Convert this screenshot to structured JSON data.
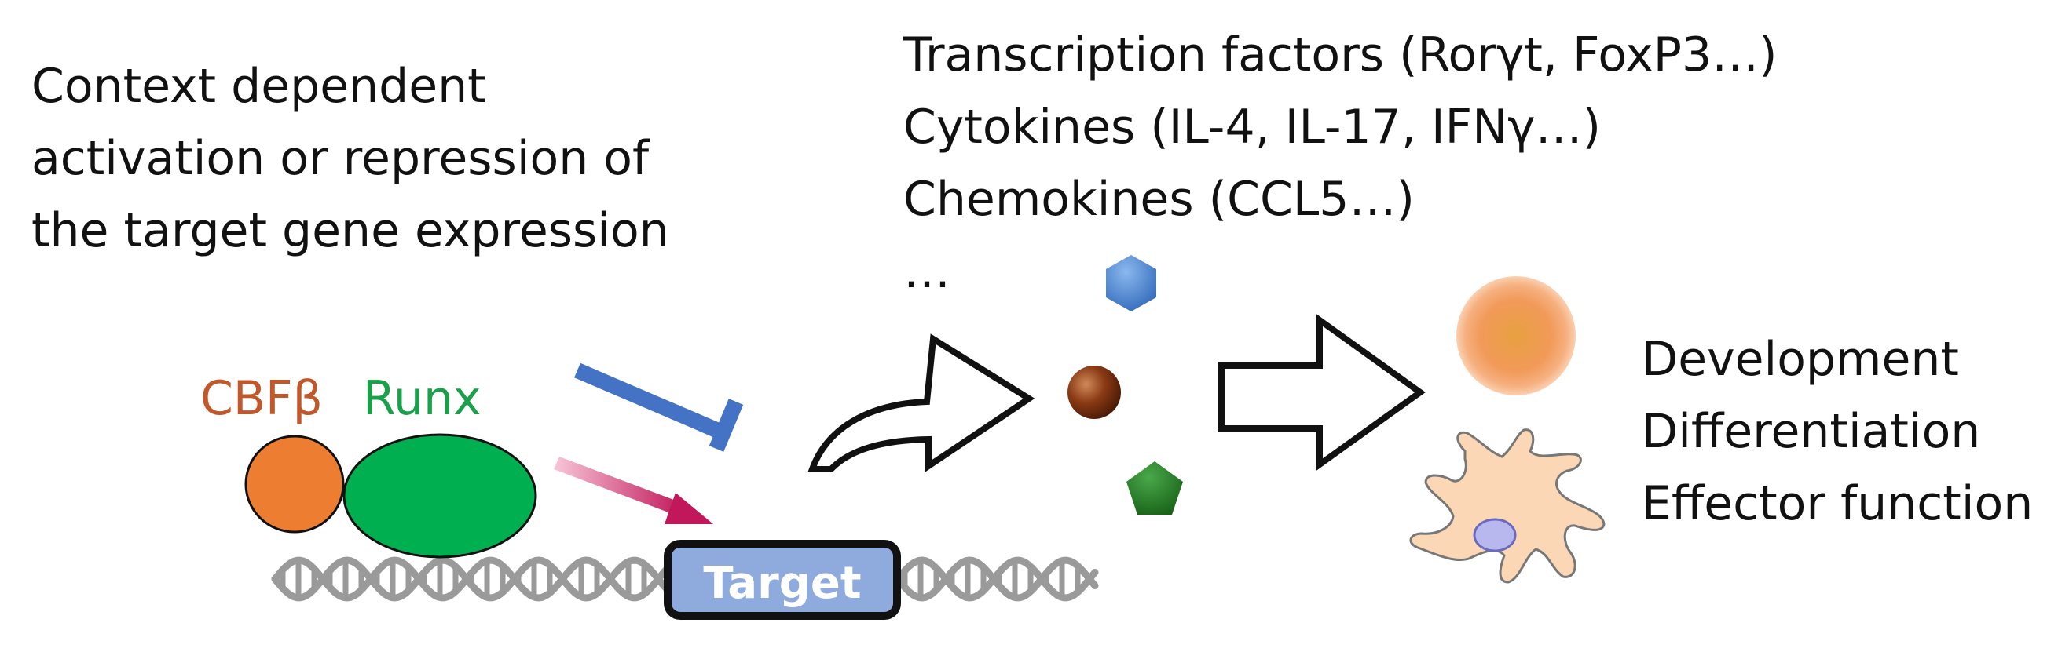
{
  "context_text": {
    "lines": [
      "Context dependent",
      "activation or repression of",
      "the target gene expression"
    ]
  },
  "target_products": {
    "lines": [
      "Transcription factors (Rorγt, FoxP3…)",
      "Cytokines (IL-4, IL-17, IFNγ…)",
      "Chemokines (CCL5…)",
      "…"
    ]
  },
  "complex": {
    "cbfb_label": "CBFβ",
    "runx_label": "Runx"
  },
  "dna": {
    "target_label": "Target"
  },
  "outcomes": {
    "lines": [
      "Development",
      "Differentiation",
      "Effector function"
    ]
  },
  "colors": {
    "cbfb": "#ed7d31",
    "runx": "#00b050",
    "repress_arrow": "#4472c4",
    "activate_arrow": "#c0185a",
    "target_box": "#8faadc",
    "hexagon": "#4a86d4",
    "sphere": "#7a2e0e",
    "pentagon": "#1f7a1f",
    "cell_orange": "#f4a46a",
    "dendritic_cell": "#fbd7b5"
  },
  "icons": [
    "repression-arrow-icon",
    "activation-arrow-icon",
    "curved-arrow-icon",
    "hexagon-icon",
    "sphere-icon",
    "pentagon-icon",
    "block-arrow-icon",
    "round-cell-icon",
    "dendritic-cell-icon",
    "dna-helix-icon"
  ]
}
